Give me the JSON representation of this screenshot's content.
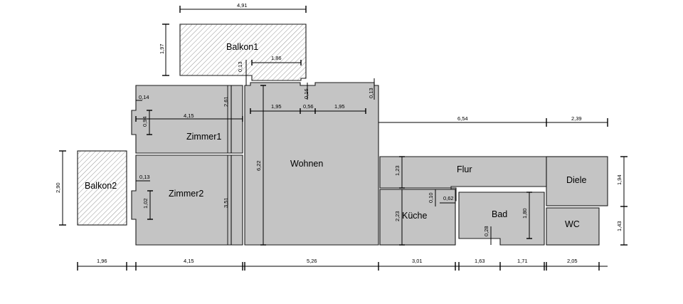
{
  "rooms": {
    "balkon1": "Balkon1",
    "balkon2": "Balkon2",
    "zimmer1": "Zimmer1",
    "zimmer2": "Zimmer2",
    "wohnen": "Wohnen",
    "flur": "Flur",
    "kueche": "Küche",
    "bad": "Bad",
    "diele": "Diele",
    "wc": "WC"
  },
  "dimensions": {
    "balkon1_width": "4,91",
    "balkon1_depth": "1,97",
    "balkon1_inner": "1,86",
    "balkon1_step": "0,13",
    "zimmer1_top_step": "0,14",
    "zimmer1_width": "4,15",
    "zimmer1_niche": "0,94",
    "zimmer1_depth": "2,61",
    "wohnen_top_left": "1,95",
    "wohnen_top_mid": "0,56",
    "wohnen_top_right": "1,95",
    "wohnen_niche": "0,16",
    "wohnen_step": "0,13",
    "wohnen_depth": "6,22",
    "flur_run": "6,54",
    "diele_run": "2,39",
    "balkon2_depth": "2,90",
    "zimmer2_step": "0,13",
    "zimmer2_niche": "1,02",
    "zimmer2_depth": "3,51",
    "flur_depth": "1,23",
    "kueche_depth": "2,23",
    "kueche_step": "0,10",
    "kueche_niche": "0,62",
    "bad_depth": "1,80",
    "bad_step": "0,28",
    "diele_depth": "1,94",
    "wc_depth": "1,43",
    "bottom_1": "1,96",
    "bottom_2": "4,15",
    "bottom_3": "5,26",
    "bottom_4": "3,01",
    "bottom_5": "1,63",
    "bottom_6": "1,71",
    "bottom_7": "2,05"
  }
}
